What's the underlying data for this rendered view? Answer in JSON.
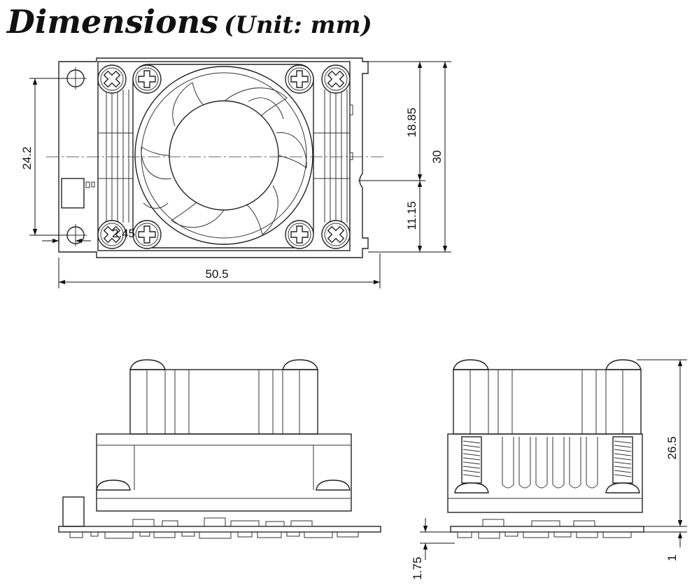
{
  "header": {
    "title": "Dimensions",
    "unit_label": "(Unit: mm)"
  },
  "dimensions": {
    "board_height": "24.2",
    "hole_offset": "2.45",
    "total_width": "50.5",
    "upper_height": "18.85",
    "lower_height": "11.15",
    "total_height": "30",
    "stack_height": "26.5",
    "bottom_clearance": "1.75",
    "board_thickness": "1"
  },
  "colors": {
    "line": "#222222",
    "background": "#ffffff"
  }
}
